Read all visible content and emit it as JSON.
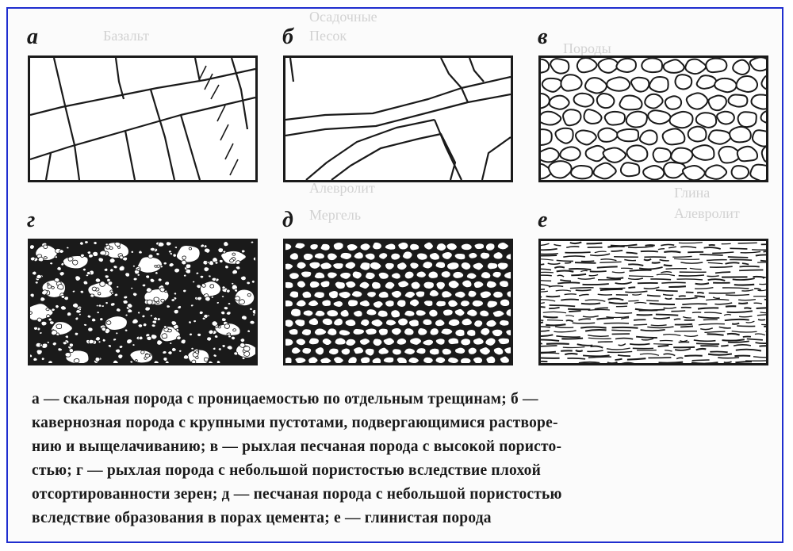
{
  "panels": [
    {
      "id": "a",
      "label": "а"
    },
    {
      "id": "b",
      "label": "б"
    },
    {
      "id": "v",
      "label": "в"
    },
    {
      "id": "g",
      "label": "г"
    },
    {
      "id": "d",
      "label": "д"
    },
    {
      "id": "e",
      "label": "е"
    }
  ],
  "caption": {
    "lines": [
      "а — скальная порода с проницаемостью по отдельным трещинам; б —",
      "кавернозная порода с крупными пустотами, подвергающимися растворе-",
      "нию и выщелачиванию; в — рыхлая песчаная порода с высокой пористо-",
      "стью; г — рыхлая порода с небольшой пористостью вследствие плохой",
      "отсортированности зерен; д — песчаная порода с небольшой пористостью",
      "вследствие образования в порах цемента; е — глинистая порода"
    ]
  },
  "colors": {
    "frame": "#1f2ecf",
    "ink": "#1a1a1a",
    "ghost": "#d2d2d2"
  }
}
